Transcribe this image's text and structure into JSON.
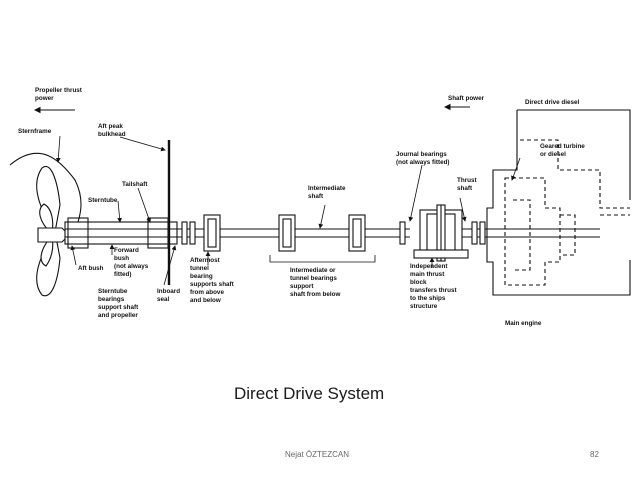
{
  "slide": {
    "caption": "Direct Drive System",
    "author": "Nejat ÖZTEZCAN",
    "page_number": "82"
  },
  "diagram": {
    "labels": {
      "propeller_thrust_1": "Propeller thrust",
      "propeller_thrust_2": "power",
      "sternframe": "Sternframe",
      "aft_peak_1": "Aft peak",
      "aft_peak_2": "bulkhead",
      "tailshaft": "Tailshaft",
      "sterntube": "Sterntube",
      "forward_bush_1": "Forward",
      "forward_bush_2": "bush",
      "forward_bush_3": "(not always",
      "forward_bush_4": "fitted)",
      "aft_bush": "Aft bush",
      "sterntube_bearings_1": "Sterntube",
      "sterntube_bearings_2": "bearings",
      "sterntube_bearings_3": "support shaft",
      "sterntube_bearings_4": "and propeller",
      "inboard_seal_1": "Inboard",
      "inboard_seal_2": "seal",
      "aftermost_1": "Aftermost",
      "aftermost_2": "tunnel",
      "aftermost_3": "bearing",
      "aftermost_4": "supports shaft",
      "aftermost_5": "from above",
      "aftermost_6": "and below",
      "intermediate_shaft_1": "Intermediate",
      "intermediate_shaft_2": "shaft",
      "intermediate_bearings_1": "Intermediate or",
      "intermediate_bearings_2": "tunnel bearings",
      "intermediate_bearings_3": "support",
      "intermediate_bearings_4": "shaft from below",
      "journal_1": "Journal bearings",
      "journal_2": "(not always fitted)",
      "thrust_shaft_1": "Thrust",
      "thrust_shaft_2": "shaft",
      "independent_1": "Independent",
      "independent_2": "main thrust",
      "independent_3": "block",
      "independent_4": "transfers thrust",
      "independent_5": "to the ships",
      "independent_6": "structure",
      "shaft_power": "Shaft power",
      "direct_drive": "Direct drive diesel",
      "geared_1": "Geared turbine",
      "geared_2": "or diesel",
      "main_engine": "Main engine"
    }
  }
}
